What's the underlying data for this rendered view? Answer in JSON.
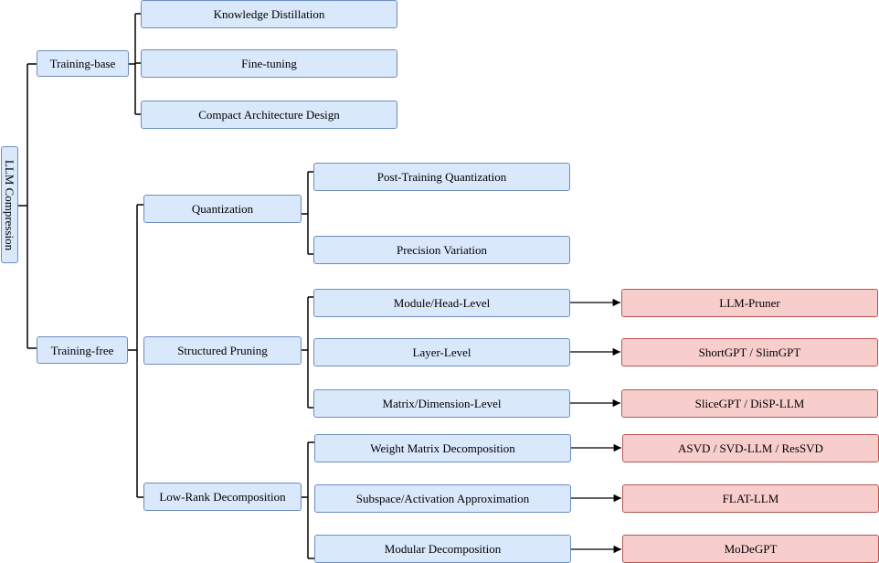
{
  "root": "LLM Compression",
  "level1": {
    "training_base": "Training-base",
    "training_free": "Training-free"
  },
  "training_base_items": [
    "Knowledge Distillation",
    "Fine-tuning",
    "Compact Architecture Design"
  ],
  "training_free_items": {
    "quantization": "Quantization",
    "structured_pruning": "Structured Pruning",
    "low_rank": "Low-Rank Decomposition"
  },
  "quantization_items": [
    "Post-Training Quantization",
    "Precision Variation"
  ],
  "pruning_items": [
    "Module/Head-Level",
    "Layer-Level",
    "Matrix/Dimension-Level"
  ],
  "lowrank_items": [
    "Weight Matrix Decomposition",
    "Subspace/Activation Approximation",
    "Modular Decomposition"
  ],
  "methods": {
    "module_head": "LLM-Pruner",
    "layer": "ShortGPT / SlimGPT",
    "matrix_dimension": "SliceGPT / DiSP-LLM",
    "weight_matrix": "ASVD / SVD-LLM / ResSVD",
    "subspace": "FLAT-LLM",
    "modular": "MoDeGPT"
  },
  "colors": {
    "category_fill": "#dae8fc",
    "category_border": "#6c8ebf",
    "method_fill": "#f8cecc",
    "method_border": "#b85450",
    "connector": "#000000"
  }
}
